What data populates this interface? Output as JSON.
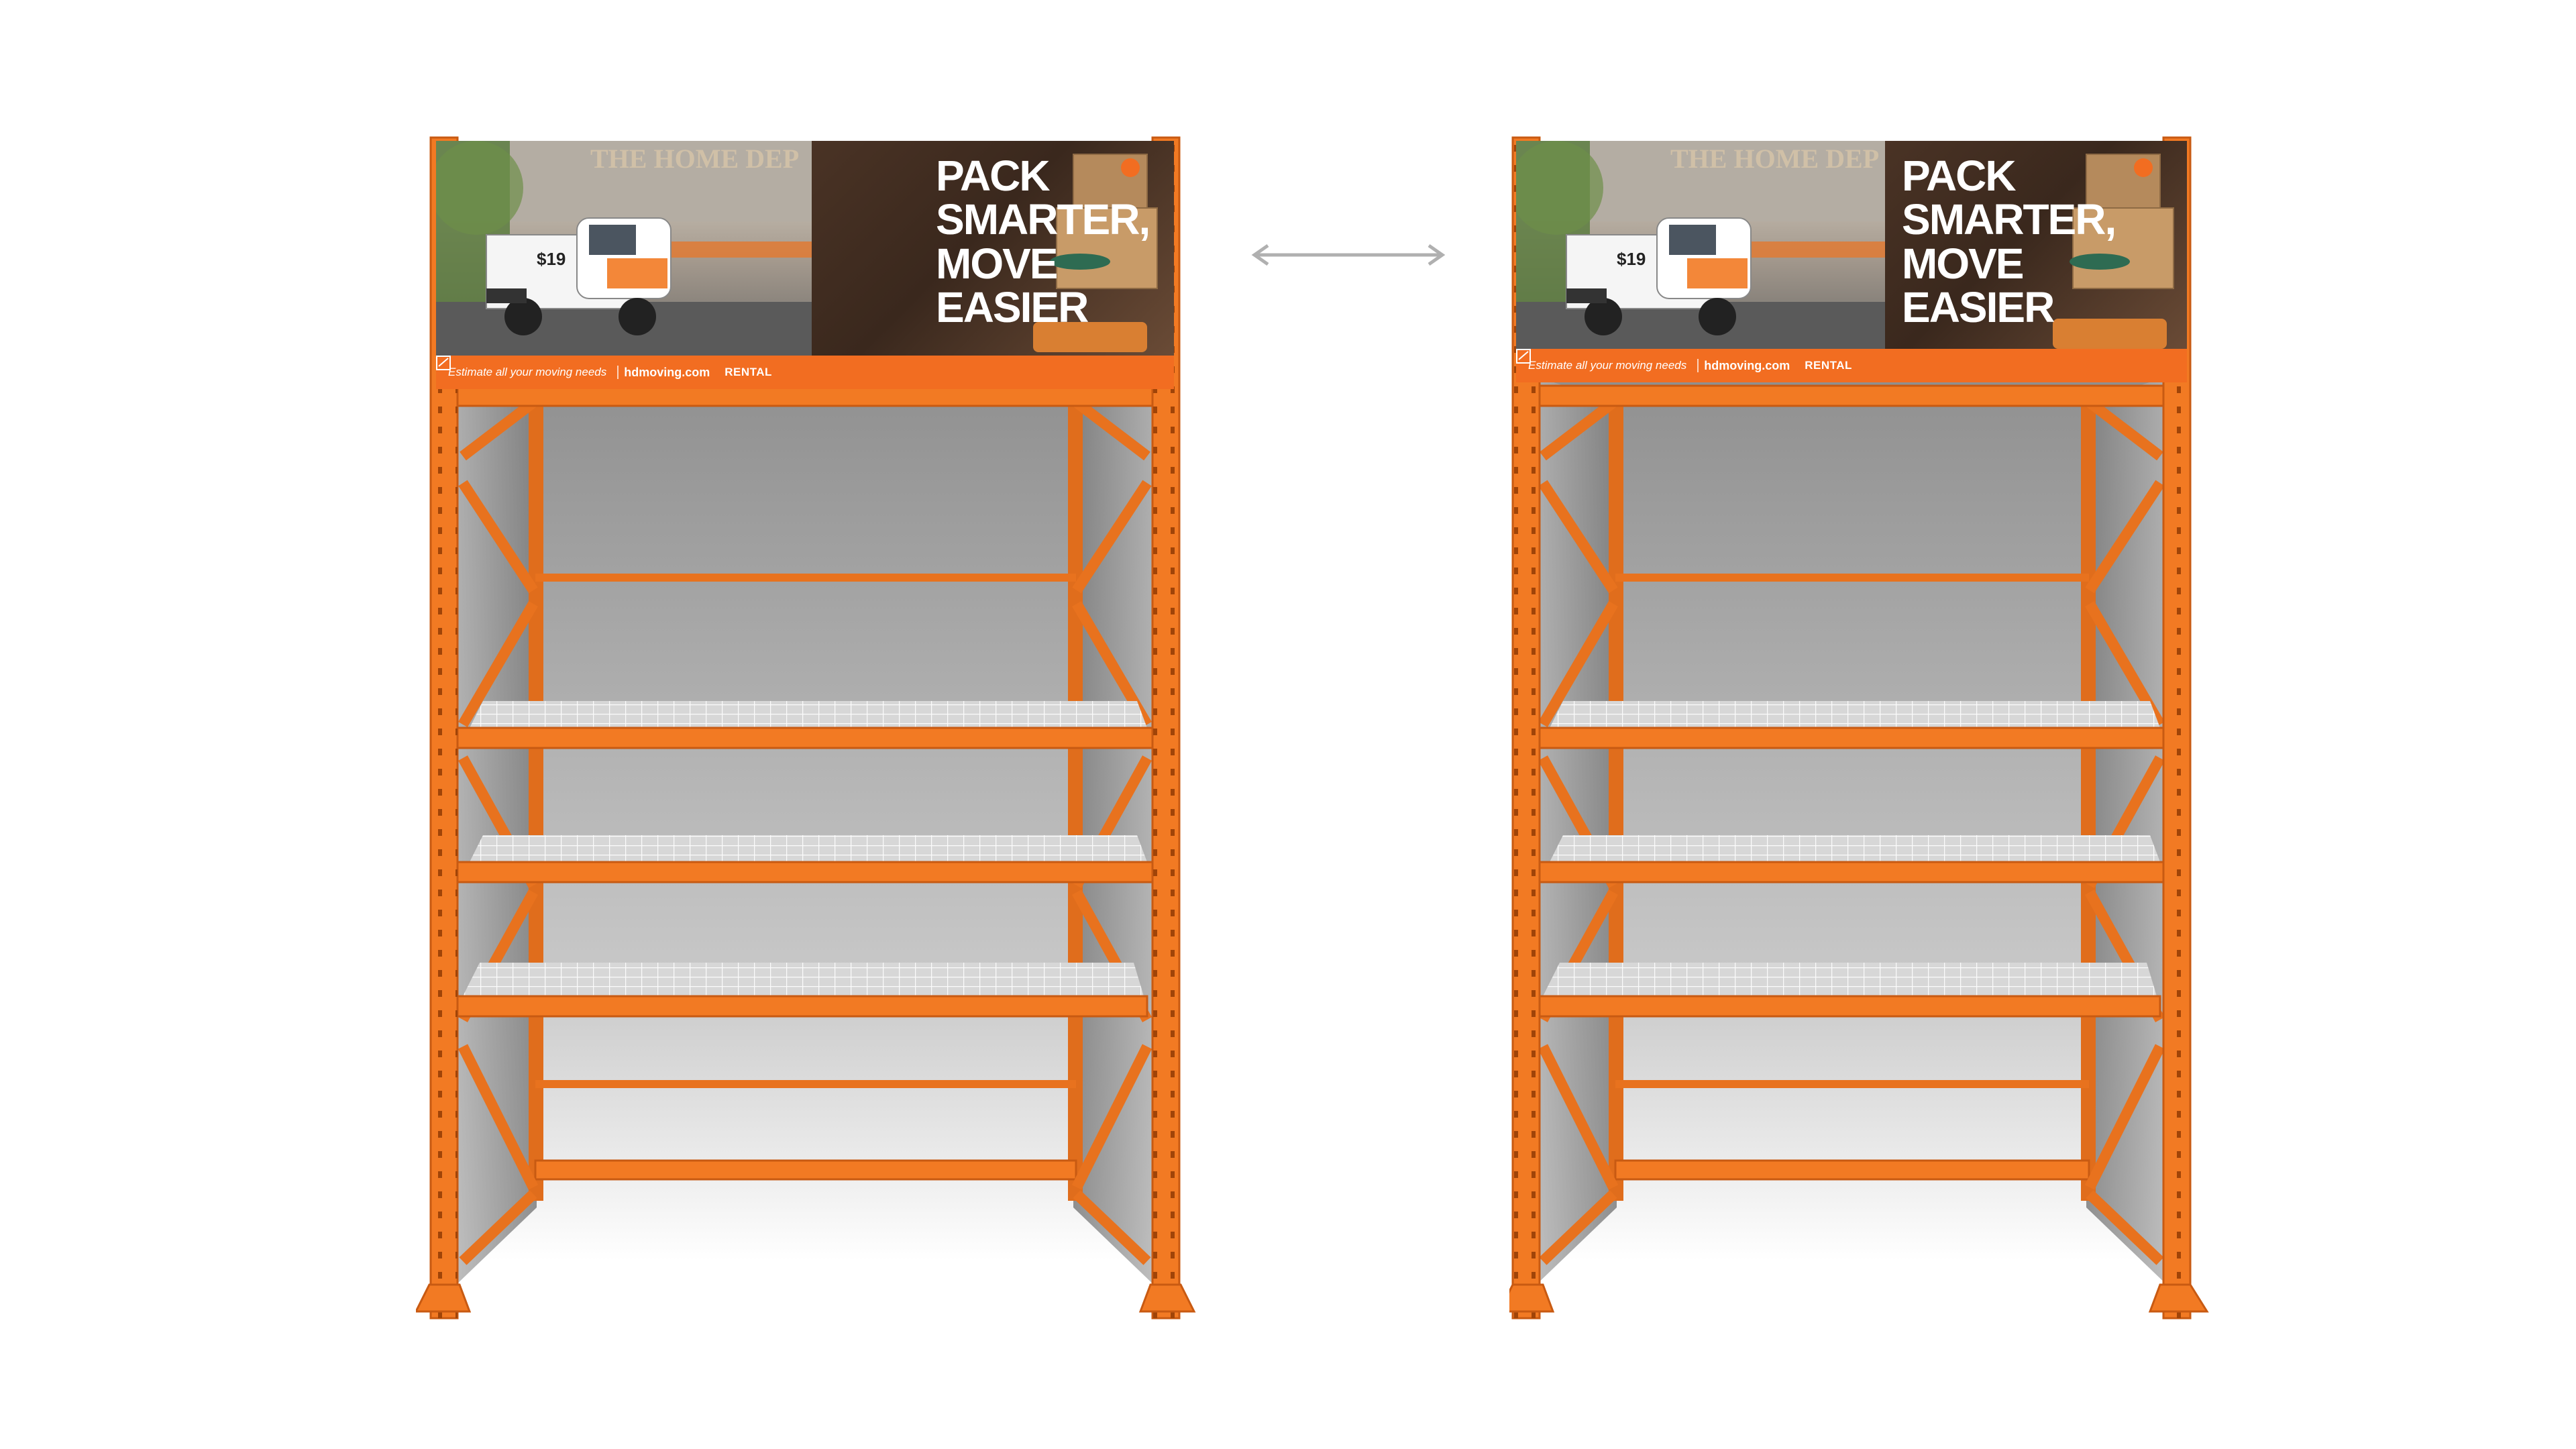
{
  "headline": {
    "line1": "PACK",
    "line2": "SMARTER,",
    "line3": "MOVE",
    "line4": "EASIER"
  },
  "photo": {
    "storefront_sign": "THE HOME DEP",
    "truck_price": "$19"
  },
  "strip": {
    "estimate": "Estimate all your moving needs",
    "site": "hdmoving.com",
    "rental": "RENTAL"
  },
  "colors": {
    "upright": "#f27a23",
    "upright_dark": "#c85a12",
    "banner_orange": "#f26d21",
    "wire": "#ffffff",
    "backdrop": "#9a9a9a"
  },
  "icons": [
    "home-depot-logo-icon",
    "double-headed-arrow-icon",
    "cardboard-box-icon",
    "tape-roll-icon"
  ]
}
